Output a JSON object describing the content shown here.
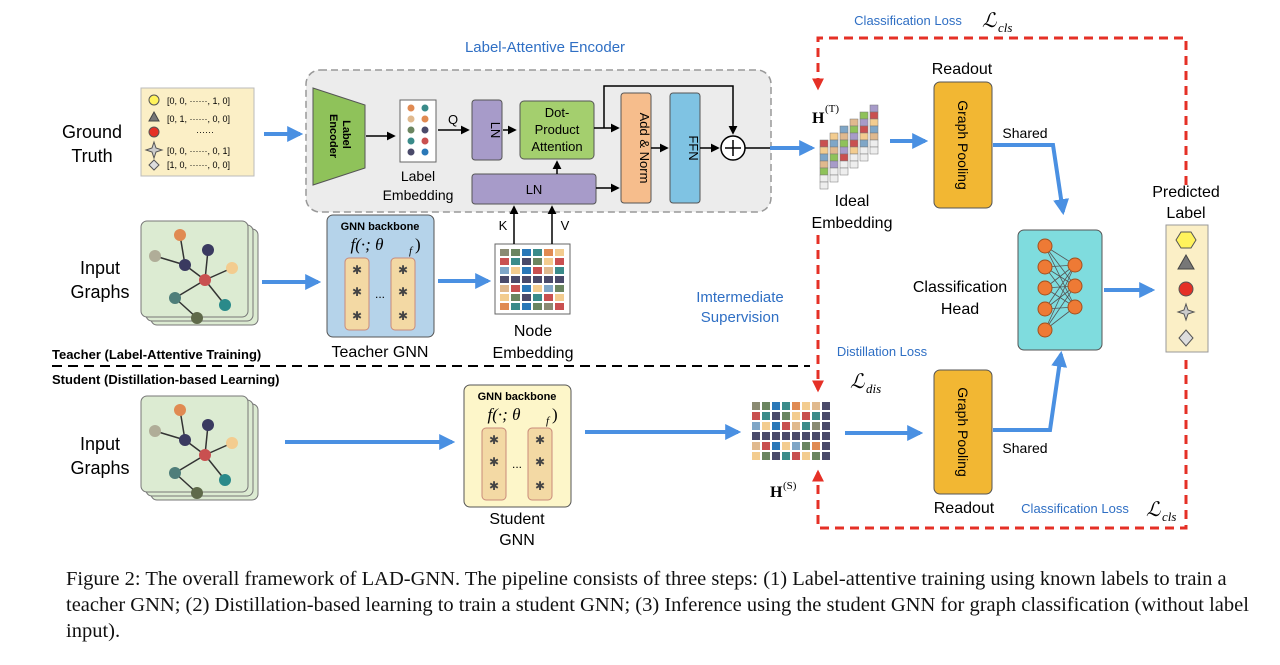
{
  "labels": {
    "ground_truth_1": "Ground",
    "ground_truth_2": "Truth",
    "input_graphs_1": "Input",
    "input_graphs_2": "Graphs",
    "label_attentive_encoder": "Label-Attentive Encoder",
    "label_encoder_1": "Label",
    "label_encoder_2": "Encoder",
    "label_embedding_1": "Label",
    "label_embedding_2": "Embedding",
    "q": "Q",
    "k": "K",
    "v": "V",
    "ln": "LN",
    "dot_1": "Dot-",
    "dot_2": "Product",
    "dot_3": "Attention",
    "add_norm": "Add & Norm",
    "ffn": "FFN",
    "gnn_backbone": "GNN backbone",
    "teacher_gnn": "Teacher GNN",
    "student_gnn_1": "Student",
    "student_gnn_2": "GNN",
    "node_embedding_1": "Node",
    "node_embedding_2": "Embedding",
    "teacher_section": "Teacher (Label-Attentive Training)",
    "student_section": "Student (Distillation-based Learning)",
    "classification_loss": "Classification Loss",
    "readout": "Readout",
    "graph_pooling": "Graph Pooling",
    "shared": "Shared",
    "ideal_embedding_1": "Ideal",
    "ideal_embedding_2": "Embedding",
    "intermediate_1": "Imtermediate",
    "intermediate_2": "Supervision",
    "distillation_loss": "Distillation Loss",
    "classification_head_1": "Classification",
    "classification_head_2": "Head",
    "predicted_label_1": "Predicted",
    "predicted_label_2": "Label",
    "ellipsis": "......",
    "row_dots": "...",
    "gt_rows": [
      "[0, 0, ······, 1, 0]",
      "[0, 1, ······, 0, 0]",
      "······",
      "[0, 0, ······, 0, 1]",
      "[1, 0, ······, 0, 0]"
    ]
  },
  "math": {
    "H": "H",
    "T_sup": "(T)",
    "S_sup": "(S)",
    "L": "ℒ",
    "cls": "cls",
    "dis": "dis",
    "f_theta": "f(·; θ",
    "f_sub": "f",
    "close": ")"
  },
  "caption": "Figure 2: The overall framework of LAD-GNN. The pipeline consists of three steps: (1) Label-attentive training using known labels to train a teacher GNN; (2) Distillation-based learning to train a student GNN; (3) Inference using the student GNN for graph classification (without label input).",
  "colors": {
    "blue_arrow": "#4a90e2",
    "red_dash": "#e53026",
    "encoder_green": "#8fc25a",
    "ln_purple": "#a79bc9",
    "add_norm_orange": "#f6bd8c",
    "ffn_blue": "#7fc3e3",
    "pooling_orange": "#f2b733",
    "head_cyan": "#7fdcde",
    "teacher_blue": "#b5d3ea",
    "student_yellow": "#fdf6c9",
    "text_blue": "#2f6fc4"
  }
}
